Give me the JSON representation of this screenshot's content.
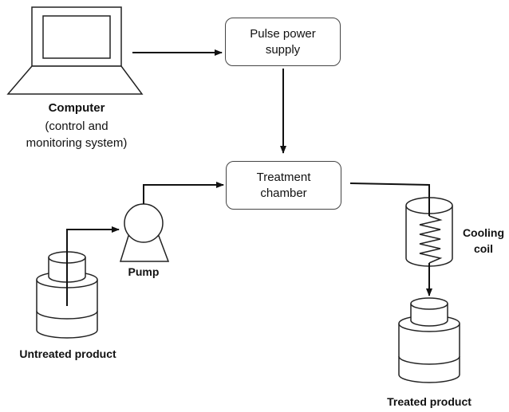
{
  "nodes": {
    "computer": {
      "title": "Computer",
      "subtitle_line1": "(control and",
      "subtitle_line2": "monitoring system)"
    },
    "pulse_power_supply": {
      "label_line1": "Pulse power",
      "label_line2": "supply"
    },
    "treatment_chamber": {
      "label_line1": "Treatment",
      "label_line2": "chamber"
    },
    "pump": {
      "label": "Pump"
    },
    "untreated_product": {
      "label": "Untreated product"
    },
    "cooling_coil": {
      "label_line1": "Cooling",
      "label_line2": "coil"
    },
    "treated_product": {
      "label": "Treated product"
    }
  },
  "icons": {
    "computer": "laptop-icon",
    "pump": "pump-icon",
    "untreated_product": "tank-icon",
    "cooling_coil": "cooling-coil-icon",
    "treated_product": "tank-icon"
  },
  "colors": {
    "stroke": "#222222",
    "box_border": "#444444",
    "text": "#111111"
  }
}
